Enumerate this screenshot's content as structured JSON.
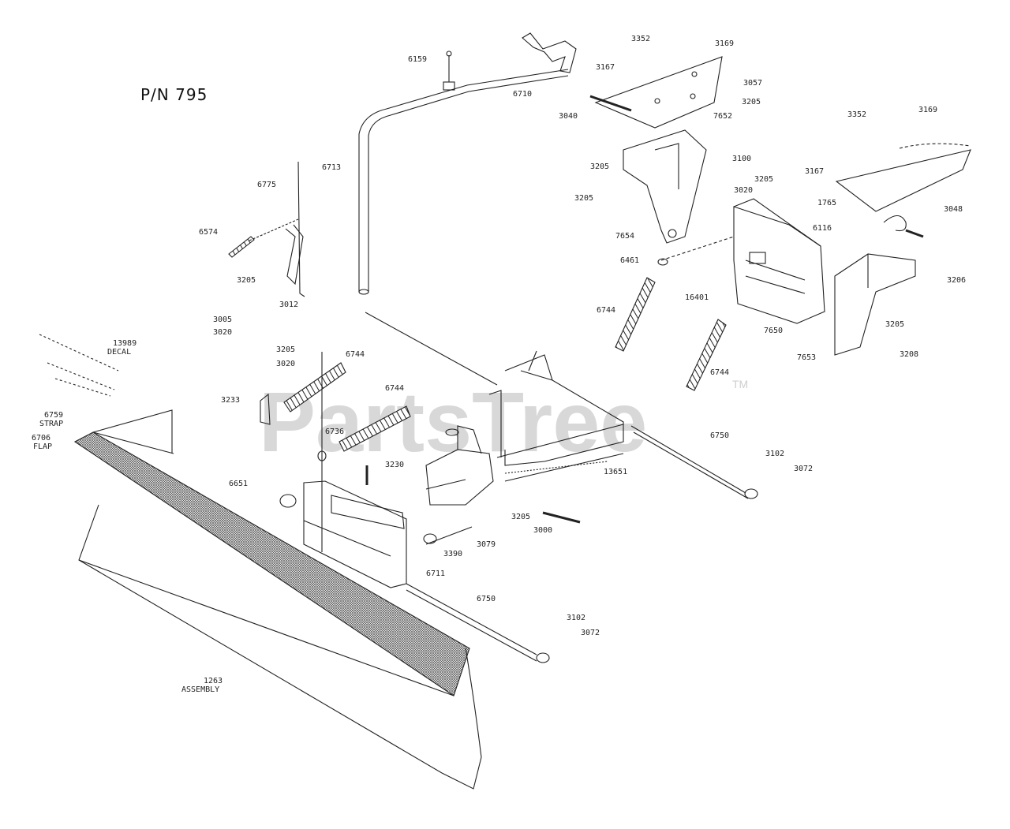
{
  "title": "P/N 795",
  "watermark": {
    "text": "PartsTree",
    "tm": "TM"
  },
  "labels": [
    {
      "id": "l-6159",
      "text": "6159"
    },
    {
      "id": "l-6710",
      "text": "6710"
    },
    {
      "id": "l-6713",
      "text": "6713"
    },
    {
      "id": "l-6775",
      "text": "6775"
    },
    {
      "id": "l-6574",
      "text": "6574"
    },
    {
      "id": "l-3205a",
      "text": "3205"
    },
    {
      "id": "l-3012",
      "text": "3012"
    },
    {
      "id": "l-3005",
      "text": "3005"
    },
    {
      "id": "l-3020a",
      "text": "3020"
    },
    {
      "id": "l-13989",
      "text": "13989"
    },
    {
      "id": "l-decal",
      "text": "DECAL"
    },
    {
      "id": "l-3205b",
      "text": "3205"
    },
    {
      "id": "l-3020b",
      "text": "3020"
    },
    {
      "id": "l-6744a",
      "text": "6744"
    },
    {
      "id": "l-6744b",
      "text": "6744"
    },
    {
      "id": "l-3233",
      "text": "3233"
    },
    {
      "id": "l-6759",
      "text": "6759"
    },
    {
      "id": "l-strap",
      "text": "STRAP"
    },
    {
      "id": "l-6706",
      "text": "6706"
    },
    {
      "id": "l-flap",
      "text": "FLAP"
    },
    {
      "id": "l-6736",
      "text": "6736"
    },
    {
      "id": "l-3230",
      "text": "3230"
    },
    {
      "id": "l-6651",
      "text": "6651"
    },
    {
      "id": "l-13651",
      "text": "13651"
    },
    {
      "id": "l-3390",
      "text": "3390"
    },
    {
      "id": "l-3079",
      "text": "3079"
    },
    {
      "id": "l-3205c",
      "text": "3205"
    },
    {
      "id": "l-3000",
      "text": "3000"
    },
    {
      "id": "l-6711",
      "text": "6711"
    },
    {
      "id": "l-6750a",
      "text": "6750"
    },
    {
      "id": "l-3102a",
      "text": "3102"
    },
    {
      "id": "l-3072a",
      "text": "3072"
    },
    {
      "id": "l-1263",
      "text": "1263"
    },
    {
      "id": "l-assy",
      "text": "ASSEMBLY"
    },
    {
      "id": "l-6750b",
      "text": "6750"
    },
    {
      "id": "l-3102b",
      "text": "3102"
    },
    {
      "id": "l-3072b",
      "text": "3072"
    },
    {
      "id": "l-3352a",
      "text": "3352"
    },
    {
      "id": "l-3169a",
      "text": "3169"
    },
    {
      "id": "l-3167a",
      "text": "3167"
    },
    {
      "id": "l-3057",
      "text": "3057"
    },
    {
      "id": "l-3205d",
      "text": "3205"
    },
    {
      "id": "l-3040",
      "text": "3040"
    },
    {
      "id": "l-7652",
      "text": "7652"
    },
    {
      "id": "l-3100",
      "text": "3100"
    },
    {
      "id": "l-3205e",
      "text": "3205"
    },
    {
      "id": "l-3205f",
      "text": "3205"
    },
    {
      "id": "l-7654",
      "text": "7654"
    },
    {
      "id": "l-3352b",
      "text": "3352"
    },
    {
      "id": "l-3169b",
      "text": "3169"
    },
    {
      "id": "l-3167b",
      "text": "3167"
    },
    {
      "id": "l-1765",
      "text": "1765"
    },
    {
      "id": "l-3048",
      "text": "3048"
    },
    {
      "id": "l-3205g",
      "text": "3205"
    },
    {
      "id": "l-3020c",
      "text": "3020"
    },
    {
      "id": "l-6116",
      "text": "6116"
    },
    {
      "id": "l-6461",
      "text": "6461"
    },
    {
      "id": "l-6744c",
      "text": "6744"
    },
    {
      "id": "l-16401",
      "text": "16401"
    },
    {
      "id": "l-7650",
      "text": "7650"
    },
    {
      "id": "l-3206",
      "text": "3206"
    },
    {
      "id": "l-3205h",
      "text": "3205"
    },
    {
      "id": "l-7653",
      "text": "7653"
    },
    {
      "id": "l-3208",
      "text": "3208"
    },
    {
      "id": "l-6744d",
      "text": "6744"
    }
  ]
}
